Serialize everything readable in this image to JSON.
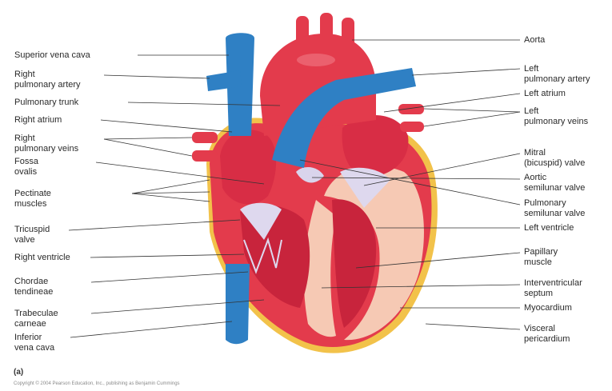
{
  "labels_left": [
    "Superior vena cava",
    "Right\npulmonary artery",
    "Pulmonary trunk",
    "Right atrium",
    "Right\npulmonary veins",
    "Fossa\novalis",
    "Pectinate\nmuscles",
    "Tricuspid\nvalve",
    "Right ventricle",
    "Chordae\ntendineae",
    "Trabeculae\ncarneae",
    "Inferior\nvena cava"
  ],
  "labels_right": [
    "Aorta",
    "Left\npulmonary artery",
    "Left atrium",
    "Left\npulmonary veins",
    "Mitral\n(bicuspid) valve",
    "Aortic\nsemilunar valve",
    "Pulmonary\nsemilunar valve",
    "Left ventricle",
    "Papillary\nmuscle",
    "Interventricular\nseptum",
    "Myocardium",
    "Visceral\npericardium"
  ],
  "figure_tag": "(a)",
  "copyright": "Copyright © 2004 Pearson Education, Inc., publishing as Benjamin Cummings"
}
